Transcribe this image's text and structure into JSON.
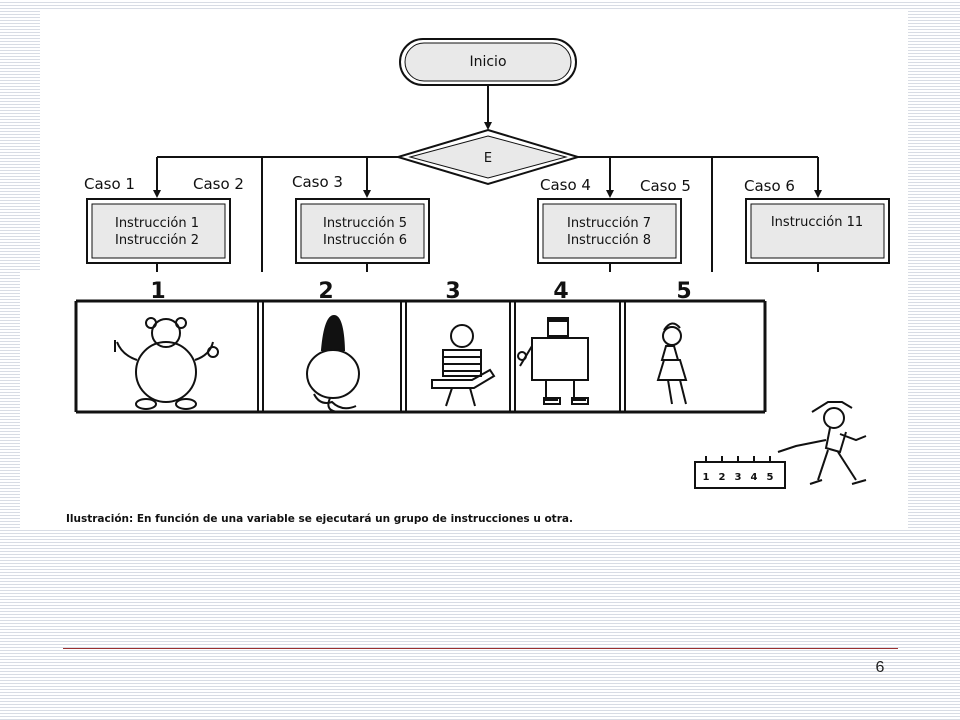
{
  "diagram": {
    "start": "Inicio",
    "decision": "E",
    "cases": [
      {
        "label": "Caso 1",
        "instructions": [
          "Instrucción 1",
          "Instrucción 2"
        ]
      },
      {
        "label": "Caso 2",
        "instructions": []
      },
      {
        "label": "Caso 3",
        "instructions": [
          "Instrucción 5",
          "Instrucción 6"
        ]
      },
      {
        "label": "Caso 4",
        "instructions": [
          "Instrucción 7",
          "Instrucción 8"
        ]
      },
      {
        "label": "Caso 5",
        "instructions": []
      },
      {
        "label": "Caso 6",
        "instructions": [
          "Instrucción 11"
        ]
      }
    ]
  },
  "illustration": {
    "door_numbers": [
      "1",
      "2",
      "3",
      "4",
      "5"
    ],
    "sign_numbers": [
      "1",
      "2",
      "3",
      "4",
      "5"
    ],
    "caption": "Ilustración: En función de una variable se ejecutará un grupo de instrucciones u otra."
  },
  "footer": {
    "page_number": "6"
  }
}
